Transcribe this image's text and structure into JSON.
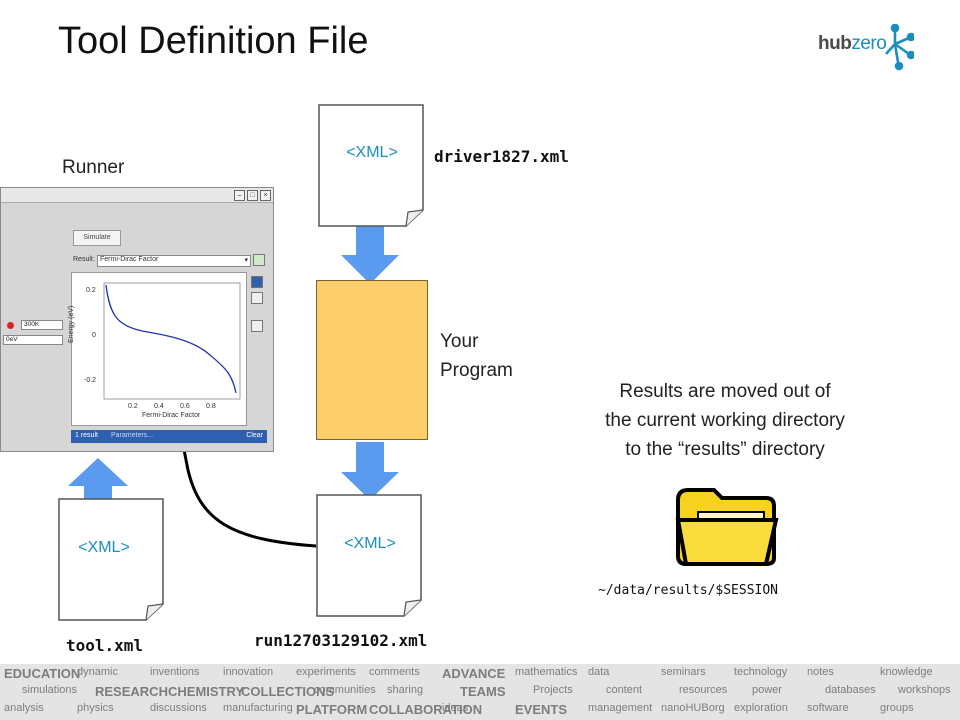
{
  "slide": {
    "title": "Tool Definition File",
    "logo": {
      "part1": "hub",
      "part2": "zero"
    },
    "runner_label": "Runner",
    "your_program_line1": "Your",
    "your_program_line2": "Program",
    "results_text": [
      "Results are moved out of",
      "the current working directory",
      "to the “results” directory"
    ],
    "results_path": "~/data/results/$SESSION"
  },
  "documents": {
    "driver": {
      "tag": "<XML>",
      "filename": "driver1827.xml"
    },
    "run": {
      "tag": "<XML>",
      "filename": "run12703129102.xml"
    },
    "tool": {
      "tag": "<XML>",
      "filename": "tool.xml"
    }
  },
  "runner_window": {
    "simulate_button": "Simulate",
    "result_label": "Result:",
    "result_value": "Fermi-Dirac Factor",
    "temperature_value": "300K",
    "energy_value": "0eV",
    "y_axis_label": "Energy (eV)",
    "x_axis_label": "Fermi-Dirac Factor",
    "y_ticks": [
      "0.2",
      "0",
      "-0.2"
    ],
    "x_ticks": [
      "0.2",
      "0.4",
      "0.6",
      "0.8"
    ],
    "status_results": "1 result",
    "status_parameters": "Parameters...",
    "status_clear": "Clear"
  },
  "colors": {
    "xml_blue": "#1a8fbf",
    "program_fill": "#fccf6b",
    "arrow_blue": "#5b9bef",
    "folder_yellow": "#f7d21e",
    "curve_blue": "#2233aa"
  },
  "footer_words": [
    "EDUCATION",
    "simulations",
    "analysis",
    "dynamic",
    "RESEARCH",
    "physics",
    "inventions",
    "CHEMISTRY",
    "discussions",
    "innovation",
    "COLLECTIONS",
    "manufacturing",
    "experiments",
    "communities",
    "PLATFORM",
    "comments",
    "sharing",
    "COLLABORATION",
    "ADVANCE",
    "TEAMS",
    "ideas",
    "mathematics",
    "Projects",
    "EVENTS",
    "data",
    "content",
    "management",
    "seminars",
    "resources",
    "nanoHUBorg",
    "technology",
    "power",
    "exploration",
    "notes",
    "databases",
    "software",
    "knowledge",
    "workshops",
    "groups"
  ]
}
